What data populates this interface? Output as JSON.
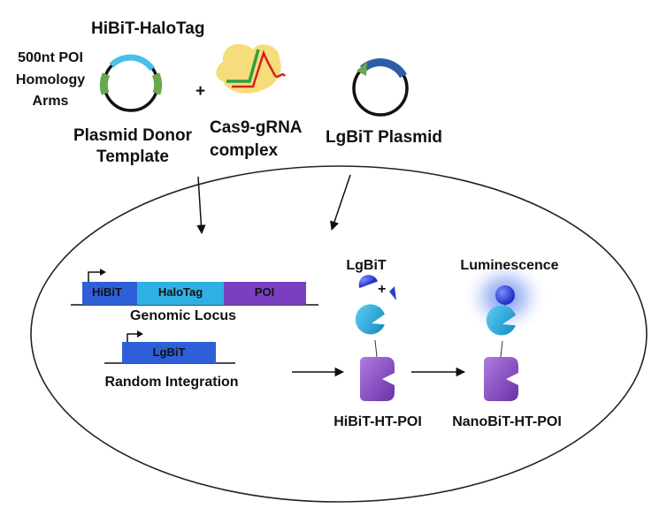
{
  "labels": {
    "hibit_halotag": "HiBiT-HaloTag",
    "homology_arms": [
      "500nt POI",
      "Homology",
      "Arms"
    ],
    "donor_template": [
      "Plasmid Donor",
      "Template"
    ],
    "cas9_complex": [
      "Cas9-gRNA",
      "complex"
    ],
    "lgbit_plasmid": "LgBiT Plasmid",
    "plus": "+",
    "genomic_locus": "Genomic Locus",
    "random_integration": "Random Integration",
    "lgbit_top": "LgBiT",
    "luminescence": "Luminescence",
    "hibit_ht_poi": "HiBiT-HT-POI",
    "nanobit_ht_poi": "NanoBiT-HT-POI"
  },
  "segments": {
    "hibit": "HiBiT",
    "halotag": "HaloTag",
    "poi": "POI",
    "lgbit": "LgBiT"
  },
  "colors": {
    "hibit_segment": "#2f5fd8",
    "halotag_segment": "#2fb0e4",
    "poi_segment": "#7a3fc0",
    "lgbit_segment": "#2f5fd8",
    "homology_arm": "#6aa84f",
    "halotag_arc": "#48c0ea",
    "pacman": "#1aa8d8",
    "protein": "#8e4fc9",
    "lgbit_fragment": "#2b3fcf",
    "glow": "#3b66e6"
  }
}
